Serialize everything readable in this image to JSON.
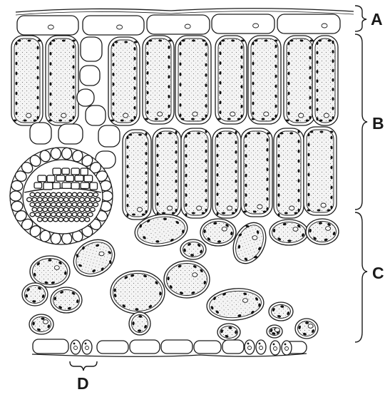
{
  "diagram": {
    "labels": {
      "upper_epidermis": "A",
      "palisade_mesophyll": "B",
      "spongy_mesophyll": "C",
      "lower_epidermis_stoma": "D"
    }
  }
}
